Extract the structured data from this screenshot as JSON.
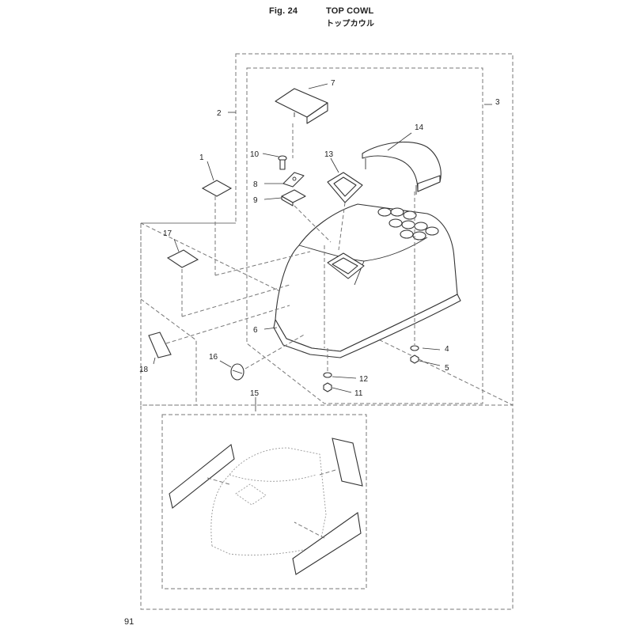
{
  "header": {
    "fig_label": "Fig. 24",
    "title_en": "TOP COWL",
    "title_jp": "トップカウル"
  },
  "page_number": "91",
  "callouts": {
    "p1": "1",
    "p2": "2",
    "p3": "3",
    "p4": "4",
    "p5": "5",
    "p6": "6",
    "p7": "7",
    "p8": "8",
    "p9": "9",
    "p10": "10",
    "p11": "11",
    "p12": "12",
    "p13": "13",
    "p14": "14",
    "p15": "15",
    "p16": "16",
    "p17": "17",
    "p18": "18"
  }
}
